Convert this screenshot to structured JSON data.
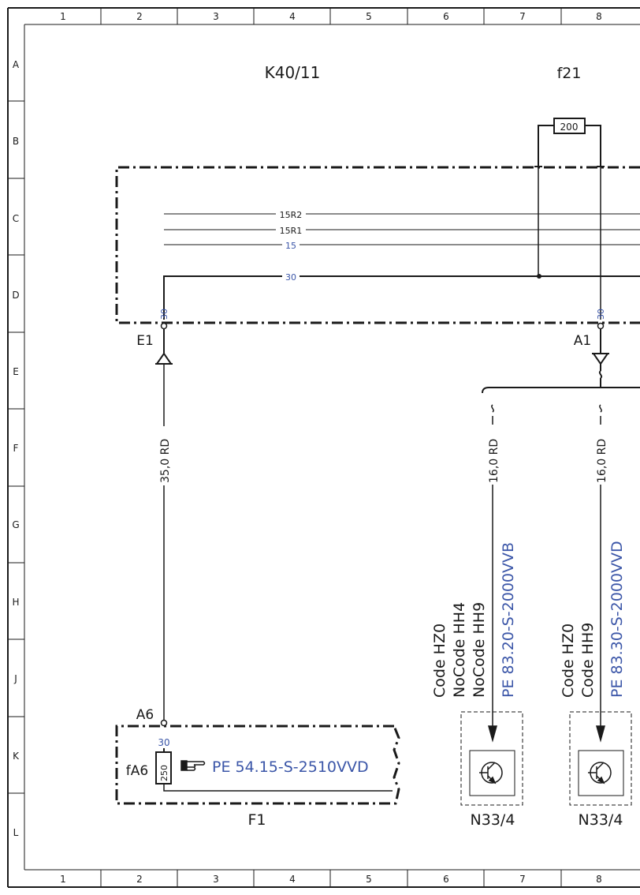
{
  "border": {
    "columns": [
      "1",
      "2",
      "3",
      "4",
      "5",
      "6",
      "7",
      "8"
    ],
    "rows": [
      "A",
      "B",
      "C",
      "D",
      "E",
      "F",
      "G",
      "H",
      "J",
      "K",
      "L"
    ]
  },
  "module_top": {
    "name": "K40/11"
  },
  "fuse_top": {
    "name": "f21",
    "rating": "200"
  },
  "internal_lines": [
    {
      "label": "15R2"
    },
    {
      "label": "15R1"
    },
    {
      "label": "15"
    },
    {
      "label": "30"
    }
  ],
  "pins": {
    "e1": {
      "name": "E1",
      "terminal": "30"
    },
    "a1": {
      "name": "A1",
      "terminal": "30"
    },
    "a6": {
      "name": "A6",
      "terminal": "30"
    }
  },
  "wires": {
    "w1": {
      "spec": "35,0 RD"
    },
    "w2": {
      "spec": "16,0 RD"
    },
    "w3": {
      "spec": "16,0 RD"
    }
  },
  "branch_left": {
    "codes": [
      "Code HZ0",
      "NoCode HH4",
      "NoCode HH9"
    ],
    "ref": "PE 83.20-S-2000VVB",
    "component": "N33/4"
  },
  "branch_right": {
    "codes": [
      "Code HZ0",
      "Code HH9"
    ],
    "ref": "PE 83.30-S-2000VVD",
    "component": "N33/4"
  },
  "module_bottom": {
    "name": "F1",
    "fuse_name": "fA6",
    "fuse_rating": "250",
    "ref": "PE 54.15-S-2510VVD",
    "pointer_icon": "pointing-hand-icon"
  },
  "colors": {
    "wire": "#1a1a1a",
    "reference_text": "#3b56a8"
  }
}
